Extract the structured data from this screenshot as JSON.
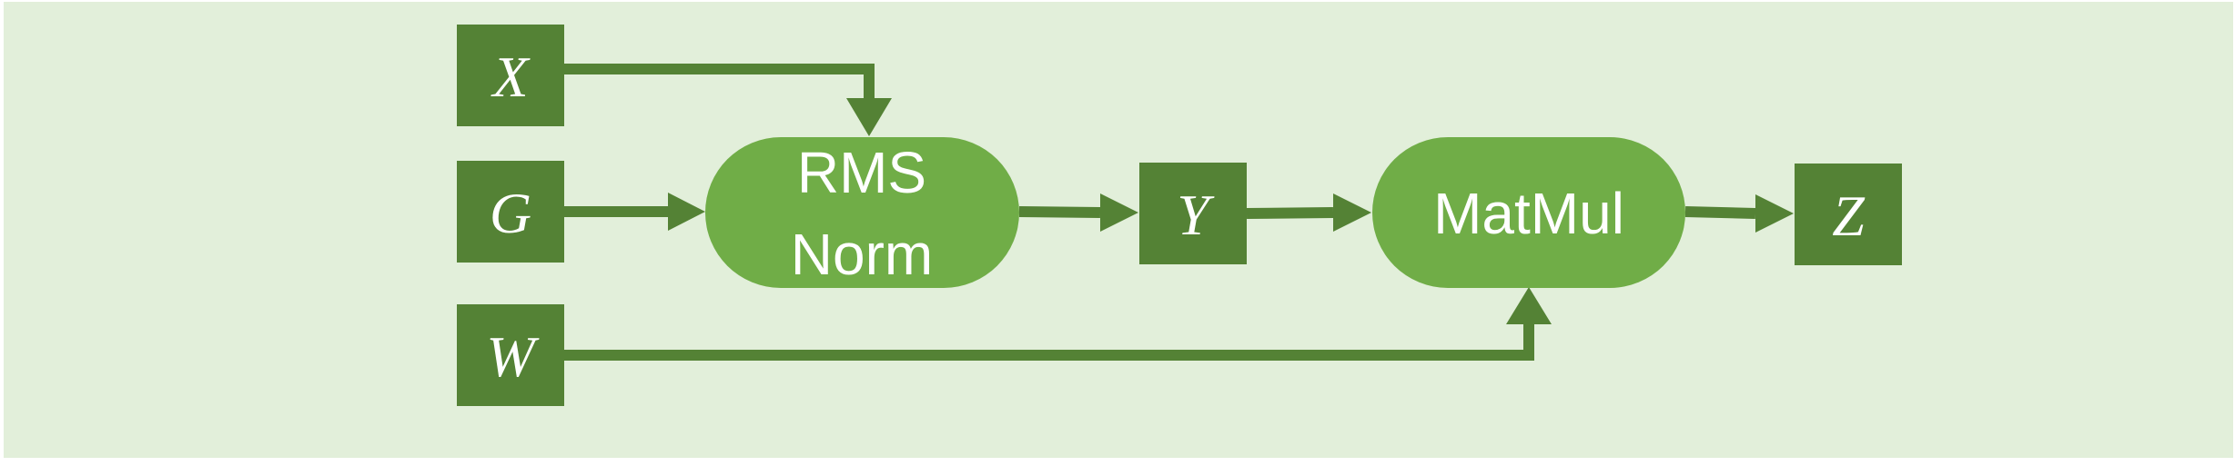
{
  "diagram": {
    "colors": {
      "background": "#e2efda",
      "node_dark": "#548235",
      "node_light": "#70ad47",
      "edge": "#548235",
      "text": "#ffffff"
    },
    "inputs": {
      "x": {
        "label": "X"
      },
      "g": {
        "label": "G"
      },
      "w": {
        "label": "W"
      }
    },
    "ops": {
      "rmsnorm": {
        "line1": "RMS",
        "line2": "Norm"
      },
      "matmul": {
        "label": "MatMul"
      }
    },
    "intermediate": {
      "y": {
        "label": "Y"
      }
    },
    "output": {
      "z": {
        "label": "Z"
      }
    },
    "edges": [
      {
        "from": "X",
        "to": "RMS Norm"
      },
      {
        "from": "G",
        "to": "RMS Norm"
      },
      {
        "from": "RMS Norm",
        "to": "Y"
      },
      {
        "from": "Y",
        "to": "MatMul"
      },
      {
        "from": "W",
        "to": "MatMul"
      },
      {
        "from": "MatMul",
        "to": "Z"
      }
    ]
  }
}
